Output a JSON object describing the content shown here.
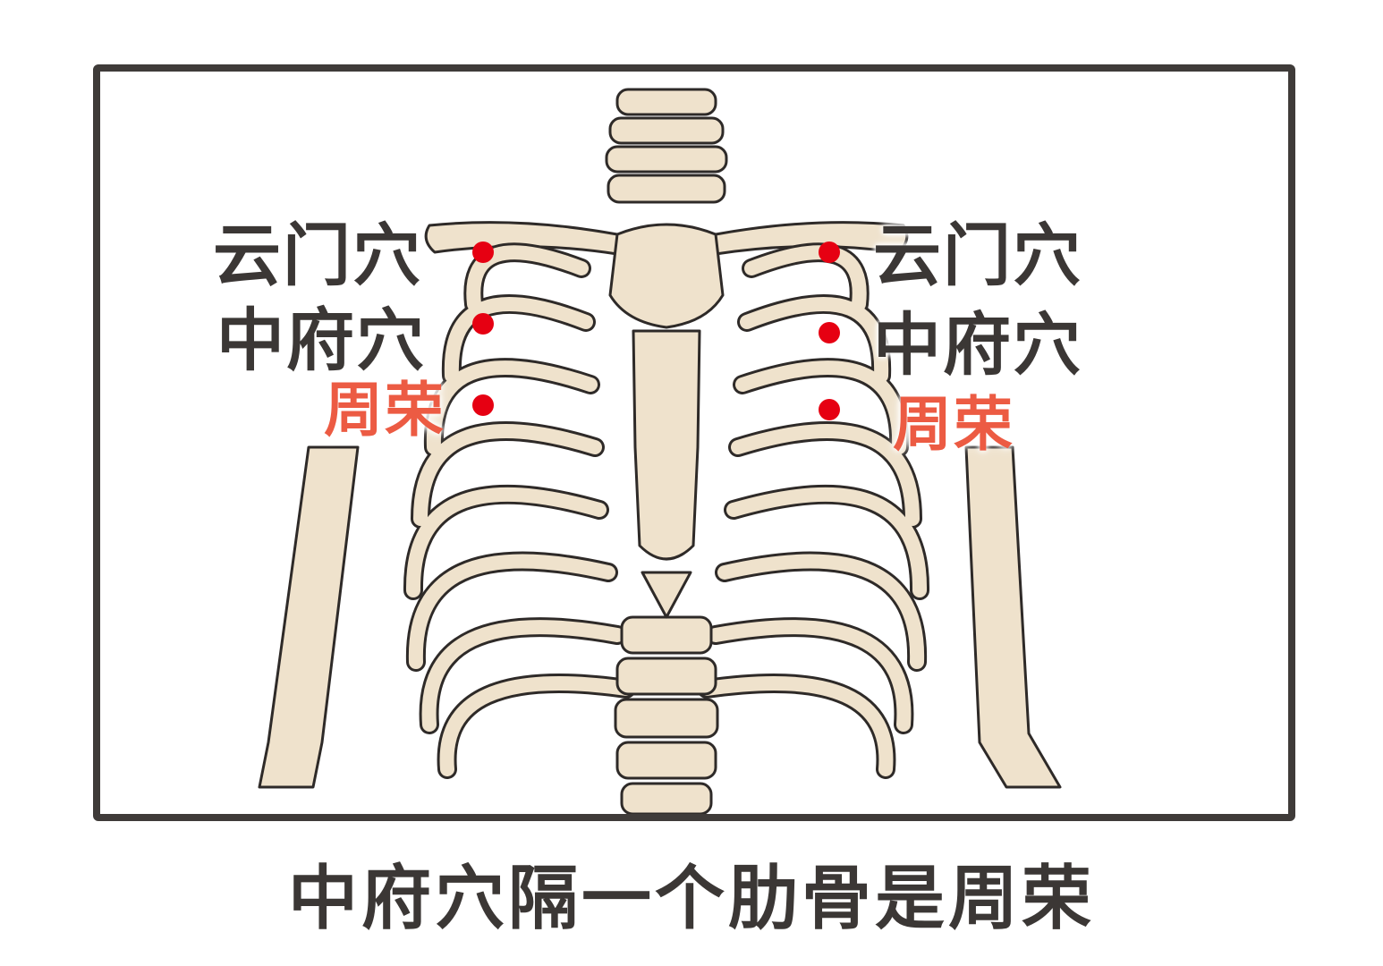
{
  "labels": {
    "left_yunmen": "云门穴",
    "left_zhongfu": "中府穴",
    "left_zhourong": "周荣",
    "right_yunmen": "云门穴",
    "right_zhongfu": "中府穴",
    "right_zhourong": "周荣"
  },
  "caption": "中府穴隔一个肋骨是周荣",
  "colors": {
    "frame": "#3f3b39",
    "label": "#3b3735",
    "highlight_label": "#ec5b43",
    "acupoint": "#e60012",
    "bone_fill": "#efe2cc",
    "bone_outline": "#2e2a28"
  },
  "icons": [
    "acupoint-marker-dot",
    "rib-cage-illustration"
  ]
}
